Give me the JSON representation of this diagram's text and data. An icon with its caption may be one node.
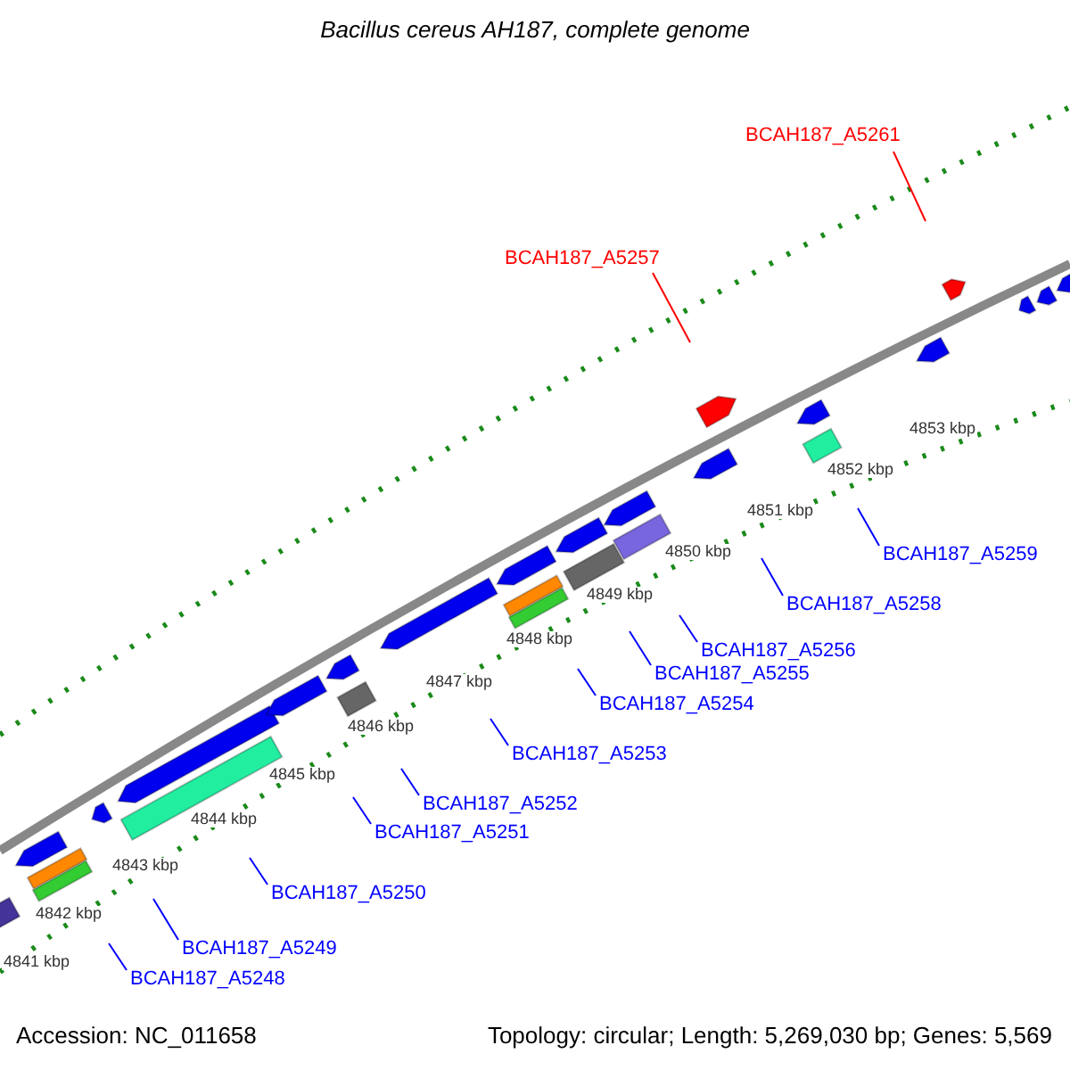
{
  "diagram": {
    "title": "Bacillus cereus AH187, complete genome",
    "nodes": [
      {
        "text": [
          "BCAH187_A5261"
        ]
      },
      {
        "text": [
          "BCAH187_A5257"
        ]
      },
      {
        "text": [
          "BCAH187_A5259"
        ]
      },
      {
        "text": [
          "BCAH187_A5258"
        ]
      },
      {
        "text": [
          "BCAH187_A5256"
        ]
      },
      {
        "text": [
          "BCAH187_A5255"
        ]
      },
      {
        "text": [
          "BCAH187_A5254"
        ]
      },
      {
        "text": [
          "BCAH187_A5253"
        ]
      },
      {
        "text": [
          "BCAH187_A5252"
        ]
      },
      {
        "text": [
          "BCAH187_A5251"
        ]
      },
      {
        "text": [
          "BCAH187_A5250"
        ]
      },
      {
        "text": [
          "BCAH187_A5249"
        ]
      },
      {
        "text": [
          "BCAH187_A5248"
        ]
      }
    ],
    "edges": [
      {
        "from": 0,
        "to": null,
        "arrow": "none",
        "color": "#ff0000"
      },
      {
        "from": 1,
        "to": null,
        "arrow": "none",
        "color": "#ff0000"
      },
      {
        "from": 2,
        "to": null,
        "arrow": "none"
      },
      {
        "from": 3,
        "to": null,
        "arrow": "none"
      },
      {
        "from": 4,
        "to": null,
        "arrow": "none"
      },
      {
        "from": 5,
        "to": null,
        "arrow": "none"
      },
      {
        "from": 6,
        "to": null,
        "arrow": "none"
      },
      {
        "from": 7,
        "to": null,
        "arrow": "none"
      },
      {
        "from": 8,
        "to": null,
        "arrow": "none"
      },
      {
        "from": 9,
        "to": null,
        "arrow": "none"
      },
      {
        "from": 10,
        "to": null,
        "arrow": "none"
      },
      {
        "from": 11,
        "to": null,
        "arrow": "none"
      },
      {
        "from": 12,
        "to": null,
        "arrow": "none"
      }
    ],
    "labels": [
      "4853 kbp",
      "4852 kbp",
      "4851 kbp",
      "4850 kbp",
      "4849 kbp",
      "4848 kbp",
      "4847 kbp",
      "4846 kbp",
      "4845 kbp",
      "4844 kbp",
      "4843 kbp",
      "4842 kbp",
      "4841 kbp",
      "Accession: NC_011658",
      "Topology: circular; Length: 5,269,030 bp; Genes: 5,569"
    ]
  }
}
